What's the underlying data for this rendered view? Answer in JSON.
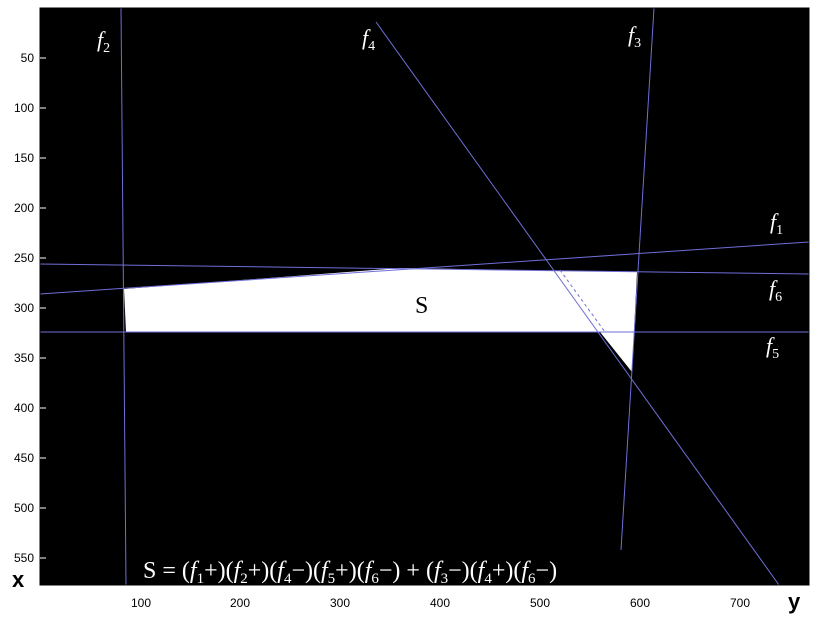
{
  "x_ticks": [
    "50",
    "100",
    "150",
    "200",
    "250",
    "300",
    "350",
    "400",
    "450",
    "500",
    "550"
  ],
  "y_ticks": [
    "100",
    "200",
    "300",
    "400",
    "500",
    "600",
    "700"
  ],
  "axis_x_label": "x",
  "axis_y_label": "y",
  "region_label": "S",
  "colors": {
    "background": "#000000",
    "boundary_line": "#6f6fd8",
    "region_fill": "#ffffff",
    "label_text": "#ffffff"
  },
  "lines": [
    {
      "id": "f1",
      "base": "f",
      "sub": "1"
    },
    {
      "id": "f2",
      "base": "f",
      "sub": "2"
    },
    {
      "id": "f3",
      "base": "f",
      "sub": "3"
    },
    {
      "id": "f4",
      "base": "f",
      "sub": "4"
    },
    {
      "id": "f5",
      "base": "f",
      "sub": "5"
    },
    {
      "id": "f6",
      "base": "f",
      "sub": "6"
    }
  ],
  "formula": {
    "lhs": "S = ",
    "terms": [
      {
        "base": "f",
        "sub": "1",
        "sign": "+"
      },
      {
        "base": "f",
        "sub": "2",
        "sign": "+"
      },
      {
        "base": "f",
        "sub": "4",
        "sign": "−"
      },
      {
        "base": "f",
        "sub": "5",
        "sign": "+"
      },
      {
        "base": "f",
        "sub": "6",
        "sign": "−"
      },
      {
        "base": "f",
        "sub": "3",
        "sign": "−"
      },
      {
        "base": "f",
        "sub": "4",
        "sign": "+"
      },
      {
        "base": "f",
        "sub": "6",
        "sign": "−"
      }
    ],
    "joiner": " + ",
    "join_after_term": 4
  }
}
